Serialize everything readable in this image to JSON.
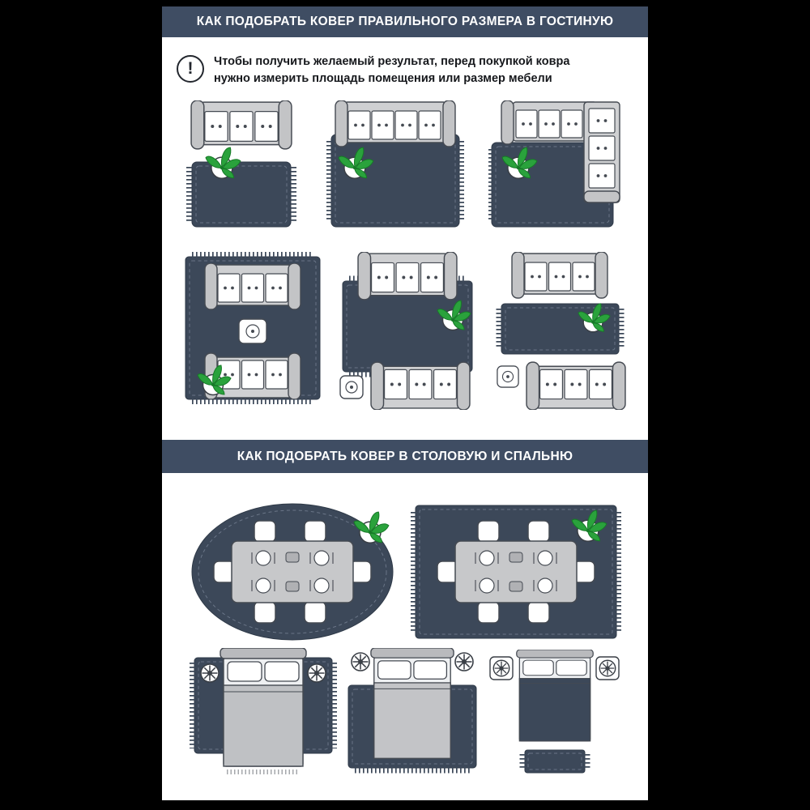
{
  "page": {
    "background": "#000000",
    "panel_background": "#ffffff"
  },
  "colors": {
    "header_bg": "#3f4d63",
    "rug": "#3c4859",
    "plant": "#2aa23c",
    "outline": "#454a52",
    "sofa_body": "#cfd0d2",
    "text": "#16181c"
  },
  "sections": {
    "living_room": {
      "title": "КАК ПОДОБРАТЬ КОВЕР ПРАВИЛЬНОГО РАЗМЕРА В ГОСТИНУЮ"
    },
    "dining_bedroom": {
      "title": "КАК ПОДОБРАТЬ КОВЕР В СТОЛОВУЮ И СПАЛЬНЮ"
    }
  },
  "notice": {
    "icon": "exclamation-icon",
    "text": "Чтобы получить желаемый результат, перед покупкой ковра нужно измерить площадь помещения или размер мебели"
  }
}
